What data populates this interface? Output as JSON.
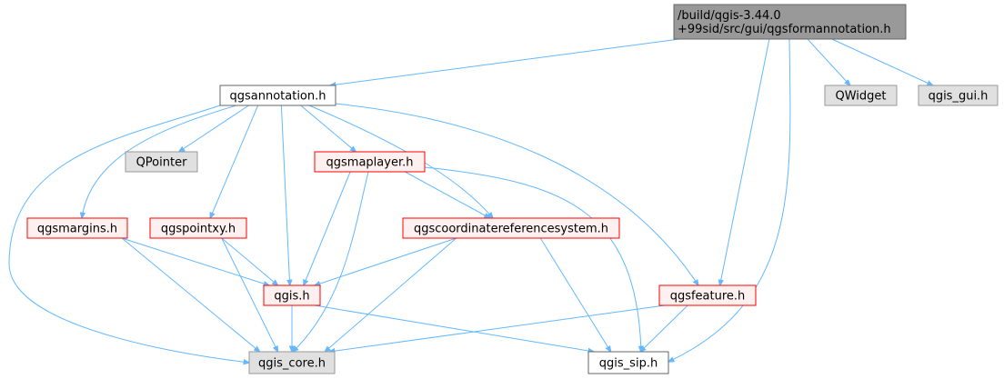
{
  "colors": {
    "edge": "#63b8ff",
    "root_fill": "#999999",
    "root_stroke": "#666666",
    "plain_fill": "#ffffff",
    "plain_stroke": "#666666",
    "external_fill": "#e0e0e0",
    "external_stroke": "#999999",
    "highlight_fill": "#fff0f0",
    "highlight_stroke": "#ff0000",
    "text": "#000000"
  },
  "nodes": [
    {
      "id": "root",
      "lines": [
        "/build/qgis-3.44.0",
        "+99sid/src/gui/qgsformannotation.h"
      ],
      "style": "root"
    },
    {
      "id": "qgsannotation",
      "lines": [
        "qgsannotation.h"
      ],
      "style": "plain"
    },
    {
      "id": "qwidget",
      "lines": [
        "QWidget"
      ],
      "style": "external"
    },
    {
      "id": "qgis_gui",
      "lines": [
        "qgis_gui.h"
      ],
      "style": "external"
    },
    {
      "id": "qpointer",
      "lines": [
        "QPointer"
      ],
      "style": "external"
    },
    {
      "id": "qgsmaplayer",
      "lines": [
        "qgsmaplayer.h"
      ],
      "style": "highlight"
    },
    {
      "id": "qgsmargins",
      "lines": [
        "qgsmargins.h"
      ],
      "style": "highlight"
    },
    {
      "id": "qgspointxy",
      "lines": [
        "qgspointxy.h"
      ],
      "style": "highlight"
    },
    {
      "id": "qgscrs",
      "lines": [
        "qgscoordinatereferencesystem.h"
      ],
      "style": "highlight"
    },
    {
      "id": "qgis",
      "lines": [
        "qgis.h"
      ],
      "style": "highlight"
    },
    {
      "id": "qgsfeature",
      "lines": [
        "qgsfeature.h"
      ],
      "style": "highlight"
    },
    {
      "id": "qgis_core",
      "lines": [
        "qgis_core.h"
      ],
      "style": "external"
    },
    {
      "id": "qgis_sip",
      "lines": [
        "qgis_sip.h"
      ],
      "style": "plain"
    }
  ],
  "edges": [
    [
      "root",
      "qgsannotation"
    ],
    [
      "root",
      "qwidget"
    ],
    [
      "root",
      "qgis_gui"
    ],
    [
      "root",
      "qgsfeature"
    ],
    [
      "root",
      "qgis_sip"
    ],
    [
      "qgsannotation",
      "qpointer"
    ],
    [
      "qgsannotation",
      "qgsmaplayer"
    ],
    [
      "qgsannotation",
      "qgsmargins"
    ],
    [
      "qgsannotation",
      "qgspointxy"
    ],
    [
      "qgsannotation",
      "qgscrs"
    ],
    [
      "qgsannotation",
      "qgis"
    ],
    [
      "qgsannotation",
      "qgsfeature"
    ],
    [
      "qgsannotation",
      "qgis_core"
    ],
    [
      "qgsmaplayer",
      "qgscrs"
    ],
    [
      "qgsmaplayer",
      "qgis"
    ],
    [
      "qgsmaplayer",
      "qgis_core"
    ],
    [
      "qgsmaplayer",
      "qgis_sip"
    ],
    [
      "qgsmargins",
      "qgis"
    ],
    [
      "qgsmargins",
      "qgis_core"
    ],
    [
      "qgspointxy",
      "qgis"
    ],
    [
      "qgspointxy",
      "qgis_core"
    ],
    [
      "qgscrs",
      "qgis"
    ],
    [
      "qgscrs",
      "qgis_core"
    ],
    [
      "qgscrs",
      "qgis_sip"
    ],
    [
      "qgis",
      "qgis_core"
    ],
    [
      "qgis",
      "qgis_sip"
    ],
    [
      "qgsfeature",
      "qgis_core"
    ],
    [
      "qgsfeature",
      "qgis_sip"
    ]
  ]
}
